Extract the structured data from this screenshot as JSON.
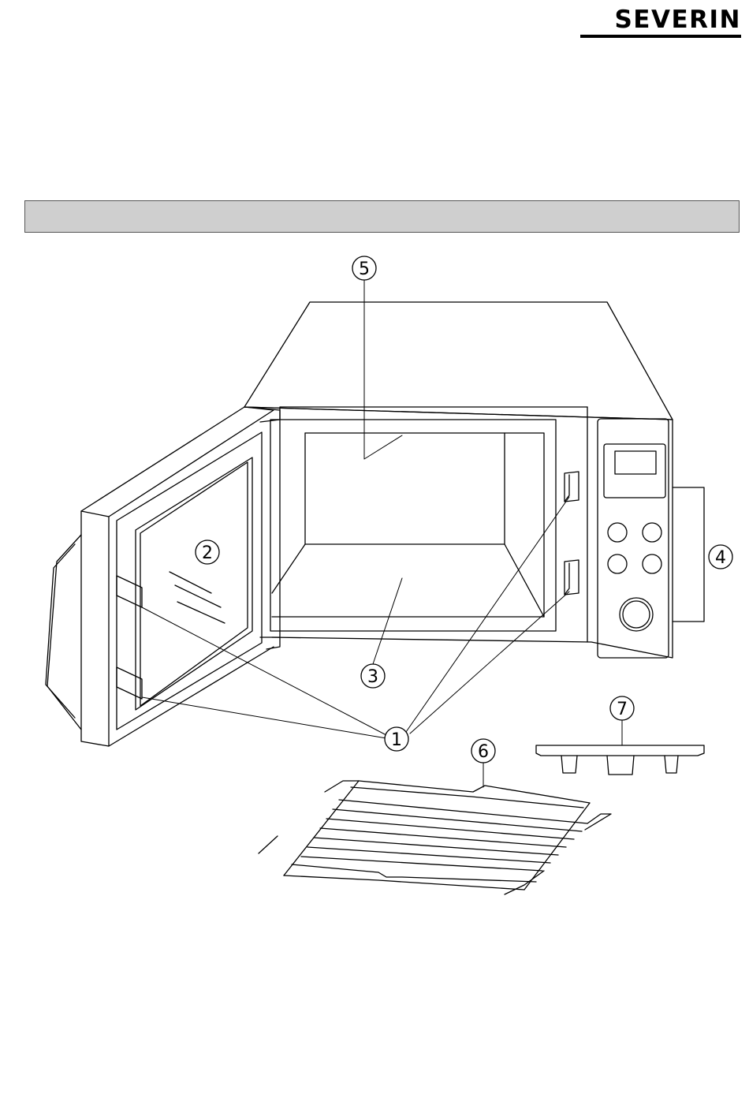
{
  "brand": {
    "name": "SEVERIN"
  },
  "callouts": [
    {
      "id": "door-clips",
      "number": "1"
    },
    {
      "id": "door-window",
      "number": "2"
    },
    {
      "id": "cavity-floor",
      "number": "3"
    },
    {
      "id": "control-panel",
      "number": "4"
    },
    {
      "id": "cavity-rear",
      "number": "5"
    },
    {
      "id": "wire-rack",
      "number": "6"
    },
    {
      "id": "baking-tray",
      "number": "7"
    }
  ]
}
